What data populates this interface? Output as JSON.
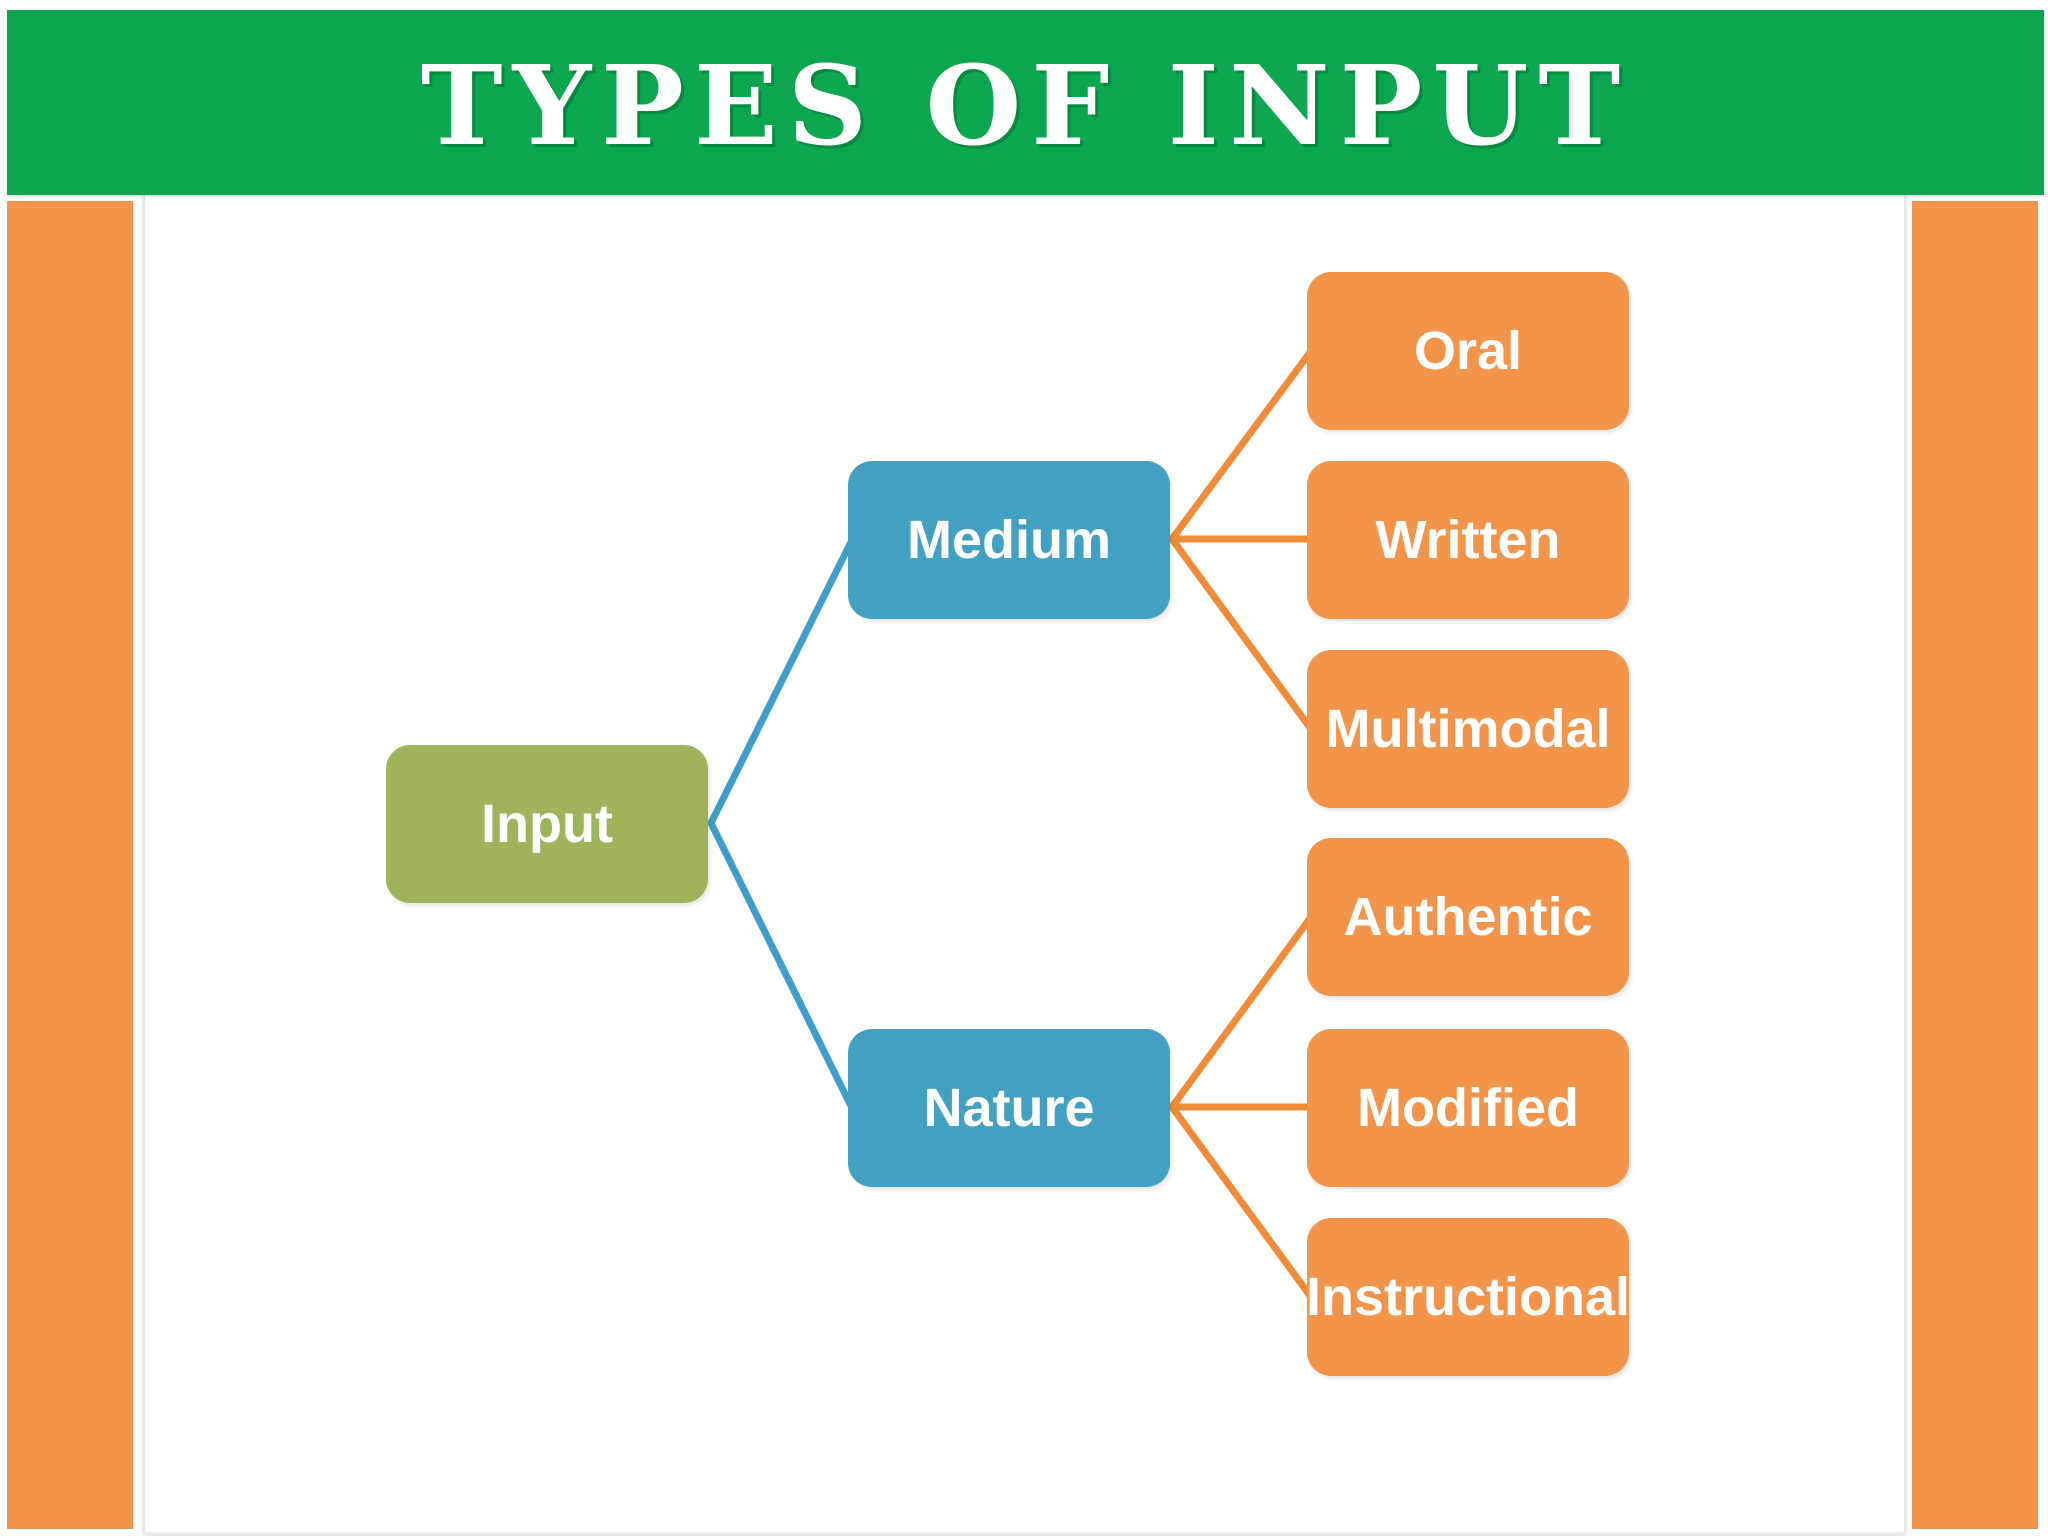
{
  "header": {
    "title": "TYPES OF INPUT"
  },
  "diagram": {
    "type": "tree",
    "root": {
      "label": "Input"
    },
    "branches": [
      {
        "label": "Medium",
        "children": [
          {
            "label": "Oral"
          },
          {
            "label": "Written"
          },
          {
            "label": "Multimodal"
          }
        ]
      },
      {
        "label": "Nature",
        "children": [
          {
            "label": "Authentic"
          },
          {
            "label": "Modified"
          },
          {
            "label": "Instructional"
          }
        ]
      }
    ]
  },
  "colors": {
    "banner_green": "#0BA64F",
    "sidebar_orange": "#F2944A",
    "leaf_orange": "#F2944A",
    "orange_line": "#F08C39",
    "branch_blue": "#42A0C2",
    "blue_line": "#3E9EC9",
    "root_olive": "#9EB35A",
    "label_white": "#FFFFFF"
  }
}
